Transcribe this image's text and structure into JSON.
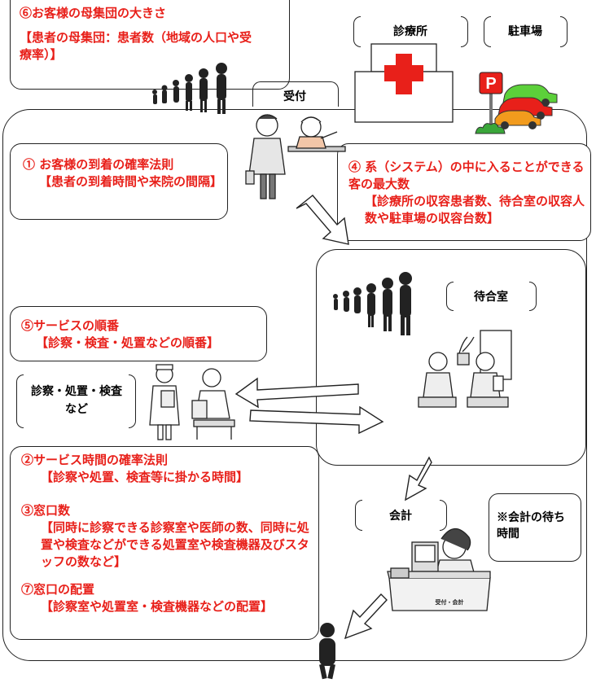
{
  "box6": {
    "title": "⑥お客様の母集団の大きさ",
    "detail": "【患者の母集団：患者数（地域の人口や受療率）】"
  },
  "box1": {
    "title": "① お客様の到着の確率法則",
    "detail": "【患者の到着時間や来院の間隔】"
  },
  "box4": {
    "title": "④ 系（システム）の中に入ることができる客の最大数",
    "detail": "【診療所の収容患者数、待合室の収容人数や駐車場の収容台数】"
  },
  "box5": {
    "title": "⑤サービスの順番",
    "detail": "【診察・検査・処置などの順番】"
  },
  "box2": {
    "title": "②サービス時間の確率法則",
    "detail": "【診察や処置、検査等に掛かる時間】"
  },
  "box3": {
    "title": "③窓口数",
    "detail": "【同時に診察できる診察室や医師の数、同時に処置や検査などができる処置室や検査機器及びスタッフの数など】"
  },
  "box7": {
    "title": "⑦窓口の配置",
    "detail": "【診察室や処置室・検査機器などの配置】"
  },
  "labels": {
    "clinic": "診療所",
    "parking": "駐車場",
    "reception": "受付",
    "waiting_room": "待合室",
    "exam": "診察・処置・検査など",
    "accounting": "会計",
    "accounting_wait": "※会計の待ち時間",
    "parking_sign": "P",
    "counter_sign": "受付・会計"
  },
  "colors": {
    "accent": "#e8201a",
    "line": "#222222"
  }
}
